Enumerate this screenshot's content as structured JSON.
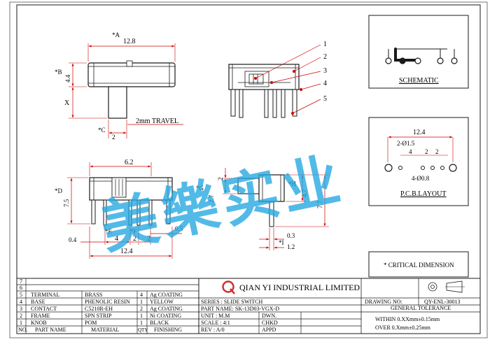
{
  "drawing": {
    "top_view": {
      "dim_a": "*A",
      "dim_a_value": "12.8",
      "dim_b": "*B",
      "dim_b_value": "4.4",
      "dim_x": "X",
      "dim_c": "*C",
      "dim_c_value": "2",
      "travel": "2mm TRAVEL"
    },
    "callouts": [
      "1",
      "2",
      "3",
      "4",
      "5"
    ],
    "front_view": {
      "top_width": "6.2",
      "dim_d": "*D",
      "dim_d_value": "7.5",
      "dim_e": "*E",
      "dim_f": "*F",
      "pitch_a": "4",
      "pitch_b": "2",
      "pitch_c": "2",
      "left_offset": "0.4",
      "pin_width": "0.5",
      "overall_width": "12.4"
    },
    "side_view": {
      "dim_top": "2",
      "dim_g": "*G",
      "dim_g_value": "2.7",
      "dim_h": "*H",
      "dim_h_value": "4.7",
      "overall_height": "7.7",
      "dim_j": "0.3",
      "dim_i": "*I",
      "dim_i_value": "1.2"
    },
    "schematic_label": "SCHEMATIC",
    "pcb": {
      "width": "12.4",
      "hole_big": "2-Ø1.5",
      "pitch_a": "4",
      "pitch_b": "2",
      "pitch_c": "2",
      "hole_small": "4-Ø0.8",
      "label": "P.C.B.LAYOUT"
    },
    "critical_note": "* CRITICAL  DIMENSION",
    "watermark": "美樂实业"
  },
  "bom": {
    "rows": [
      {
        "no": "7",
        "part": "",
        "material": "",
        "qty": "",
        "finishing": ""
      },
      {
        "no": "6",
        "part": "",
        "material": "",
        "qty": "",
        "finishing": ""
      },
      {
        "no": "5",
        "part": "TERMINAL",
        "material": "BRASS",
        "qty": "4",
        "finishing": "Ag COATING"
      },
      {
        "no": "4",
        "part": "BASE",
        "material": "PHENOLIC RESIN",
        "qty": "1",
        "finishing": "YELLOW"
      },
      {
        "no": "3",
        "part": "CONTACT",
        "material": "C5210R-EH",
        "qty": "2",
        "finishing": "Ag COATING"
      },
      {
        "no": "2",
        "part": "FRAME",
        "material": "SPN STRIP",
        "qty": "1",
        "finishing": "Ni COATING"
      },
      {
        "no": "1",
        "part": "KNOB",
        "material": "POM",
        "qty": "1",
        "finishing": "BLACK"
      }
    ],
    "header": {
      "no": "NO.",
      "part": "PART NAME",
      "material": "MATERIAL",
      "qty": "QTY",
      "finishing": "FINISHING"
    }
  },
  "title_block": {
    "company": "QIAN YI INDUSTRIAL LIMITED",
    "series": "SERIES : SLIDE SWITCH",
    "part_name": "PART NAME: SK-13D03-VGX-D",
    "unit": "UNIT : M.M",
    "scale": "SCALE : 4:1",
    "rev": "REV  : A/0",
    "dwn": "DWN.",
    "chkd": "CHKD",
    "appd": "APPD",
    "drawing_no_label": "DRAWING NO:",
    "drawing_no": "QY-ENL-30013",
    "tolerance_title": "GENERAL TOLERANCE",
    "tol_1": "WITHIN 0.XXmm±0.15mm",
    "tol_2": "OVER   0.Xmm±0.25mm"
  },
  "colors": {
    "line": "#1a1a1a",
    "dimension": "#cc0000",
    "watermark": "#22a6e0",
    "logo": "#d03030"
  }
}
